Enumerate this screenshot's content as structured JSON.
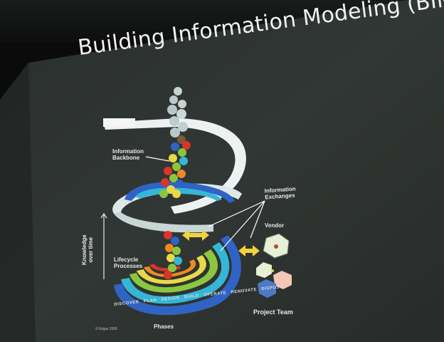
{
  "slide": {
    "title": "Building Information Modeling (BIM)"
  },
  "diagram": {
    "info_backbone": [
      "Information",
      "Backbone"
    ],
    "info_exchanges": [
      "Information",
      "Exchanges"
    ],
    "vendor": "Vendor",
    "knowledge": [
      "Knowledge",
      "over time"
    ],
    "lifecycle": [
      "Lifecycle",
      "Processes"
    ],
    "project_team": "Project Team",
    "phases_label": "Phases",
    "phases": [
      "DISCOVER",
      "PLAN",
      "DESIGN",
      "BUILD",
      "OPERATE",
      "RENOVATE",
      "DISPOSE"
    ],
    "credit": "© Edgar 2006"
  },
  "colors": {
    "screen": "#2c312f",
    "ring_red": "#d9352a",
    "ring_orange": "#ef8a22",
    "ring_yellow": "#e9d94a",
    "ring_green": "#8cc63f",
    "ring_cyan": "#35b6d6",
    "ring_blue": "#2f64c4",
    "arrow_yellow": "#f2d23c"
  }
}
